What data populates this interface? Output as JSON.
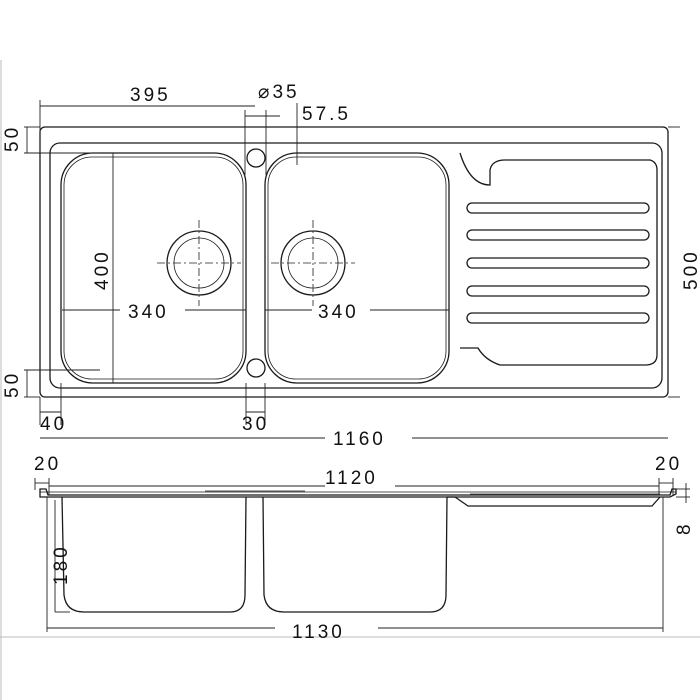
{
  "drawing": {
    "title": "Double bowl sink with drainer - dimension drawing",
    "top_view": {
      "dim_bowl_center_offset": "395",
      "dim_tap_hole_diameter": "⌀35",
      "dim_tap_hole_offset": "57.5",
      "dim_top_margin": "50",
      "dim_bowl_depth": "400",
      "dim_left_bowl_width": "340",
      "dim_right_bowl_width": "340",
      "dim_overall_depth": "500",
      "dim_bottom_margin": "50",
      "dim_left_margin": "40",
      "dim_bowl_divider": "30",
      "dim_overall_length": "1160"
    },
    "side_view": {
      "dim_left_flange": "20",
      "dim_cutout_length": "1120",
      "dim_right_flange": "20",
      "dim_flange_height": "8",
      "dim_bowl_height": "180",
      "dim_base_length": "1130"
    }
  }
}
